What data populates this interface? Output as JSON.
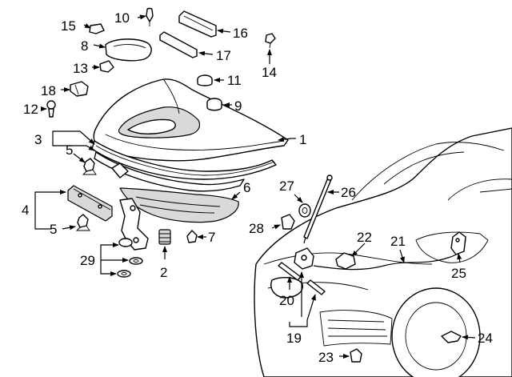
{
  "callouts": {
    "c1": "1",
    "c2": "2",
    "c3": "3",
    "c4": "4",
    "c5a": "5",
    "c5b": "5",
    "c6": "6",
    "c7": "7",
    "c8": "8",
    "c9": "9",
    "c10": "10",
    "c11": "11",
    "c12": "12",
    "c13": "13",
    "c14": "14",
    "c15": "15",
    "c16": "16",
    "c17": "17",
    "c18": "18",
    "c19": "19",
    "c20": "20",
    "c21": "21",
    "c22": "22",
    "c23": "23",
    "c24": "24",
    "c25": "25",
    "c26": "26",
    "c27": "27",
    "c28": "28",
    "c29": "29"
  }
}
